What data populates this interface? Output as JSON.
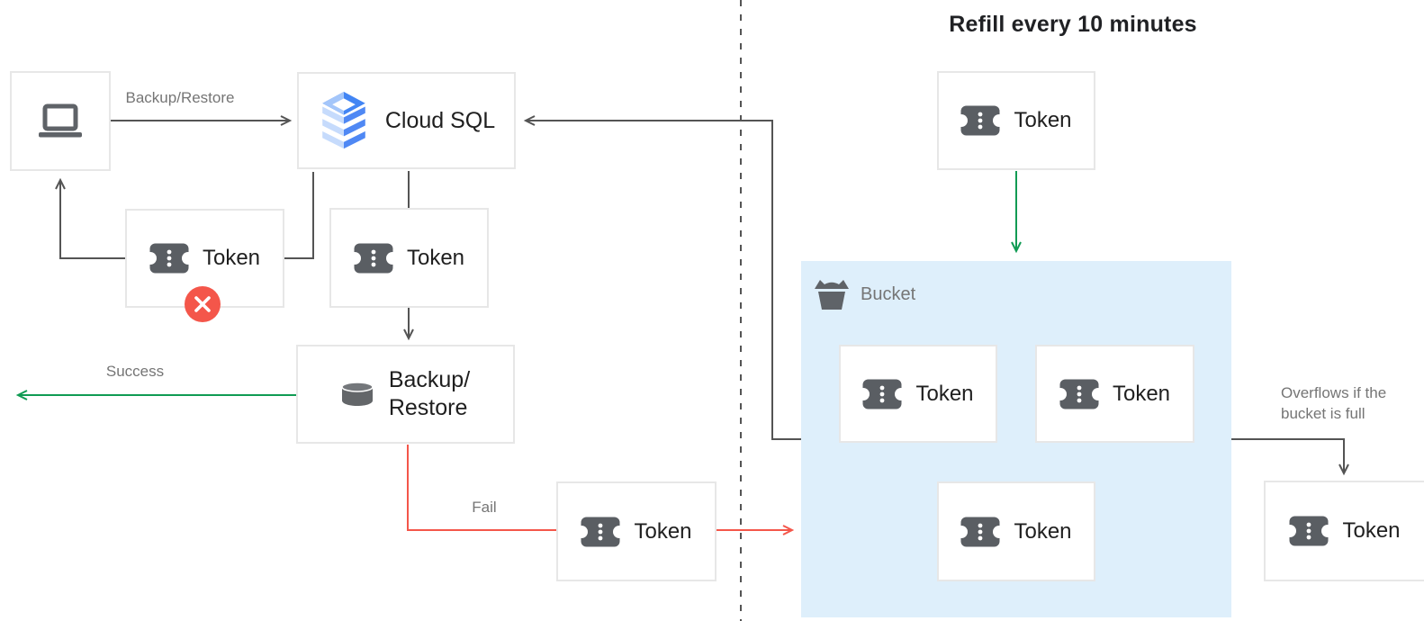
{
  "diagram": {
    "title": "Refill every 10 minutes",
    "nodes": {
      "cloud_sql": "Cloud SQL",
      "backup_restore": [
        "Backup/",
        "Restore"
      ],
      "token": "Token",
      "bucket": "Bucket"
    },
    "edge_labels": {
      "backup_restore": "Backup/Restore",
      "success": "Success",
      "fail": "Fail",
      "overflow": [
        "Overflows if the",
        "bucket is full"
      ]
    },
    "icons": {
      "client": "laptop-icon",
      "cloud_sql": "cloud-sql-icon",
      "backup_restore": "database-icon",
      "token": "ticket-icon",
      "bucket": "bucket-icon",
      "failed_token": "x-badge-icon"
    },
    "colors": {
      "flow_line": "#545454",
      "success_green": "#109b53",
      "fail_red": "#f4564a",
      "bucket_fill": "#deeffb",
      "node_border": "#e7e7e7",
      "label_gray": "#757575",
      "text_dark": "#1f1f1f",
      "icon_gray": "#5f6368",
      "cloud_sql_blue": "#4285f4"
    }
  }
}
